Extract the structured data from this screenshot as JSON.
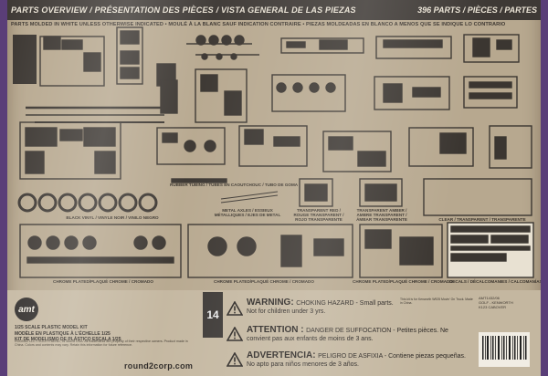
{
  "header": {
    "title": "PARTS OVERVIEW / PRÉSENTATION DES PIÈCES / VISTA GENERAL DE LAS PIEZAS",
    "parts_count": "396 PARTS / PIÈCES / PARTES",
    "subline": "PARTS MOLDED IN WHITE UNLESS OTHERWISE INDICATED • MOULÉ À LA BLANC SAUF INDICATION CONTRAIRE • PIEZAS MOLDEADAS EN BLANCO A MENOS QUE SE INDIQUE LO CONTRARIO"
  },
  "labels": {
    "rubber_tubing": "RUBBER TUBING / TUBES EN CAOUTCHOUC / TUBO DE GOMA",
    "black_vinyl": "BLACK VINYL / VINYLE NOIR / VINILO NEGRO",
    "metal_axles": "METAL AXLES / ESSIEUX MÉTALLIQUES / EJES DE METAL",
    "transparent_red": "TRANSPARENT RED / ROUGE TRANSPARENT / ROJO TRANSPARENTE",
    "transparent_amber": "TRANSPARENT AMBER / AMBRE TRANSPARENT / ÁMBAR TRANSPARENTE",
    "clear": "CLEAR / TRANSPARENT / TRANSPARENTE",
    "chrome_1": "CHROME PLATED/PLAQUÉ CHROME / CROMADO",
    "chrome_2": "CHROME PLATED/PLAQUÉ CHROME / CROMADO",
    "chrome_3": "CHROME PLATED/PLAQUÉ CHROME / CROMADO",
    "decals": "DECALS / DÉCALCOMANIES / CALCOMANÍAS"
  },
  "footer": {
    "logo": "amt",
    "scale_en": "1/25 SCALE PLASTIC MODEL KIT",
    "scale_fr": "MODÈLE EN PLASTIQUE À L'ÉCHELLE 1/25",
    "scale_es": "KIT DE MODELISMO DE PLÁSTICO ESCALA 1/25",
    "age": "14",
    "legal": "ROUND2 LLC • SOUTH BEND, IN 46628 USA. All trademarks are property of their respective owners. Product made in China. Colors and contents may vary. Retain this information for future reference.",
    "url": "round2corp.com",
    "warn1_title": "WARNING:",
    "warn1_text": "CHOKING HAZARD - Small parts.",
    "warn1_sub": "Not for children under 3 yrs.",
    "warn2_title": "ATTENTION :",
    "warn2_text": "DANGER DE SUFFOCATION - Petites pièces. Ne",
    "warn2_sub": "convient pas aux enfants de moins de 3 ans.",
    "warn3_title": "ADVERTENCIA:",
    "warn3_text": "PELIGRO DE ASFIXIA - Contiene piezas pequeñas.",
    "warn3_sub": "No apto para niños menores de 3 años.",
    "fine_print": "This kit is for Kenworth W925 Movin' On Truck. Made in China.",
    "barcode_lines": [
      "AMT1432/06",
      "GOLF - KENWORTH",
      "K123 CABOVER"
    ]
  }
}
